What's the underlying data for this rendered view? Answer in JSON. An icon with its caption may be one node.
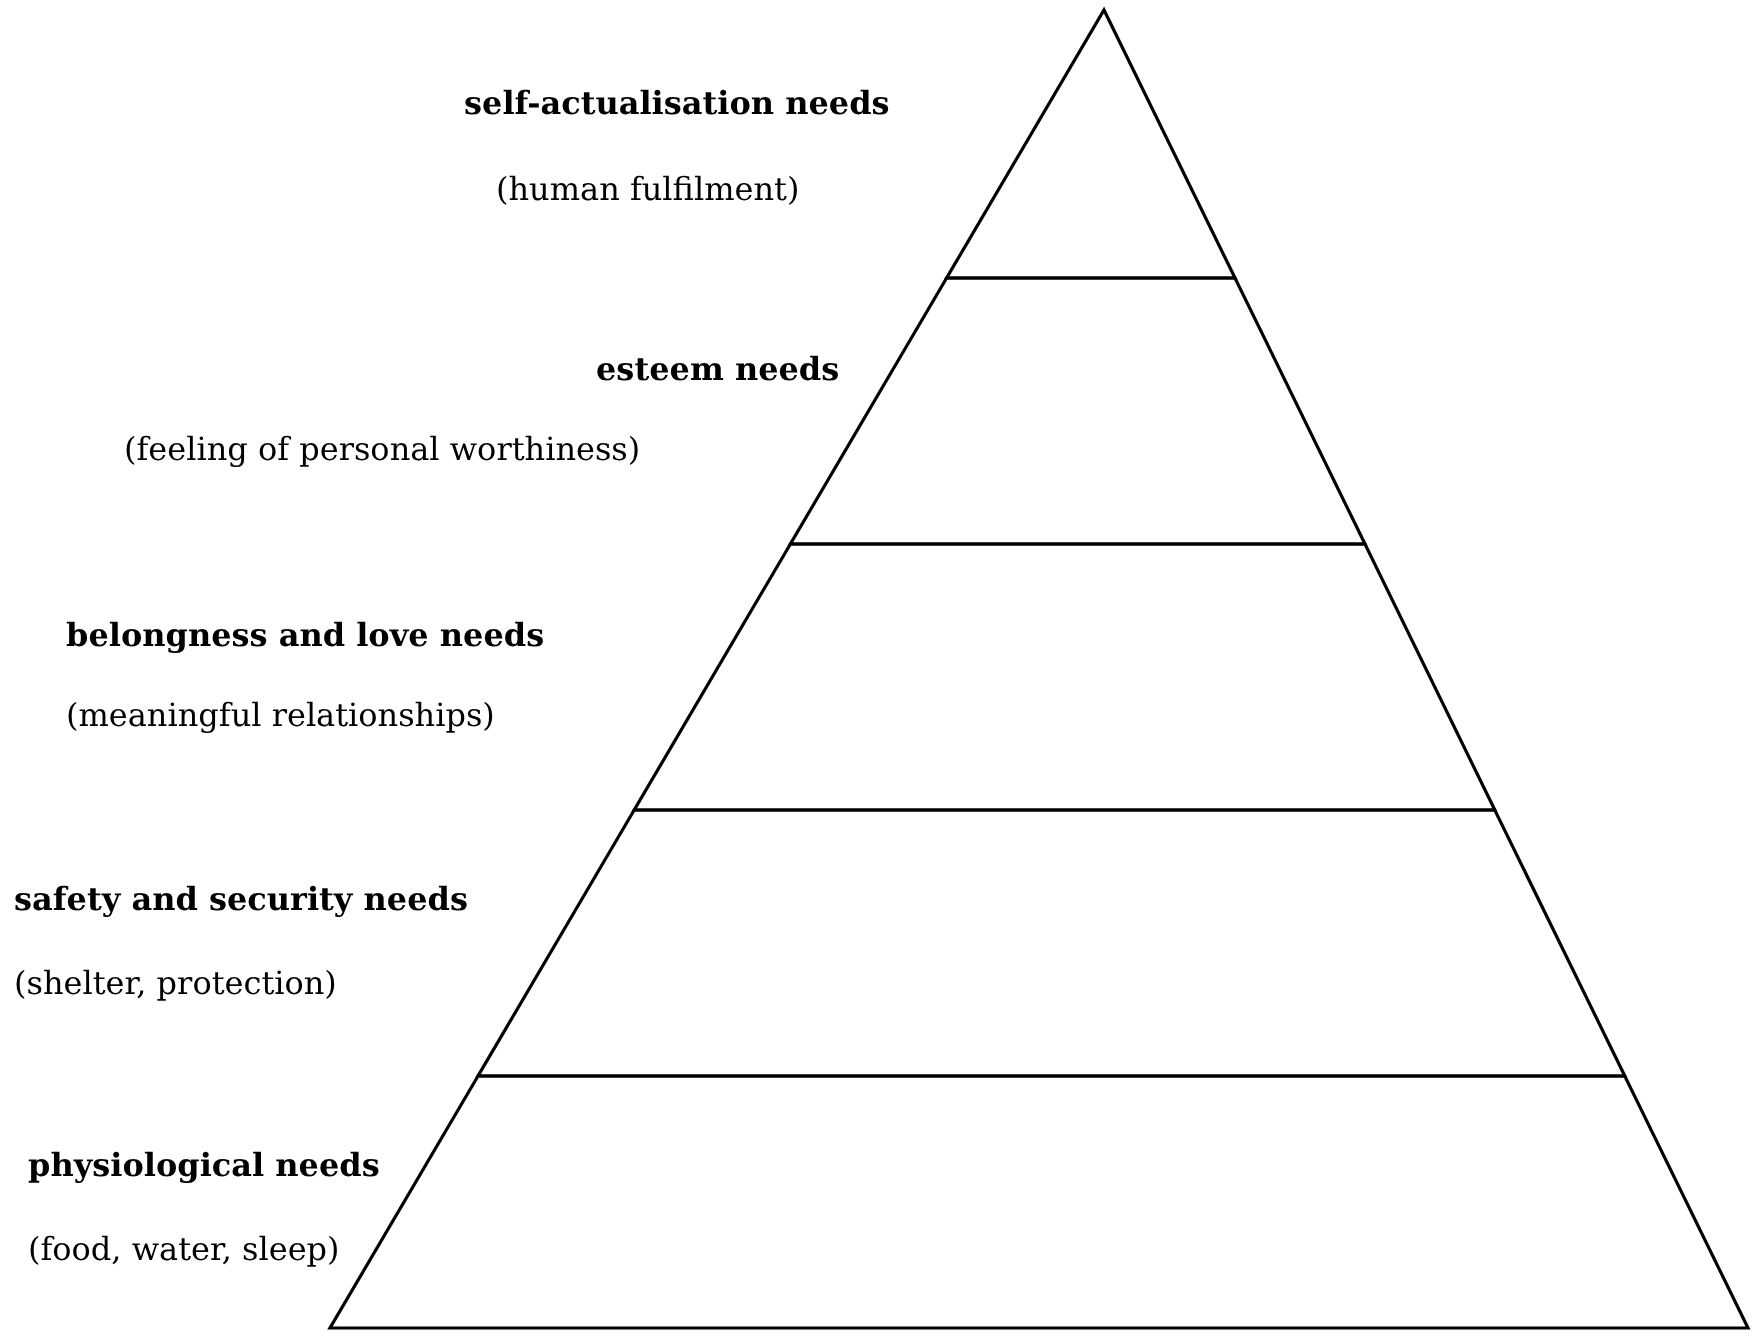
{
  "diagram": {
    "nodes": [
      {
        "text": [
          "self-actualisation needs",
          "(human fulfilment)"
        ]
      },
      {
        "text": [
          "esteem needs",
          "(feeling of personal worthiness)"
        ]
      },
      {
        "text": [
          "belongness and love needs",
          "(meaningful relationships)"
        ]
      },
      {
        "text": [
          "safety and security needs",
          "(shelter, protection)"
        ]
      },
      {
        "text": [
          "physiological needs",
          "(food, water, sleep)"
        ]
      }
    ]
  }
}
